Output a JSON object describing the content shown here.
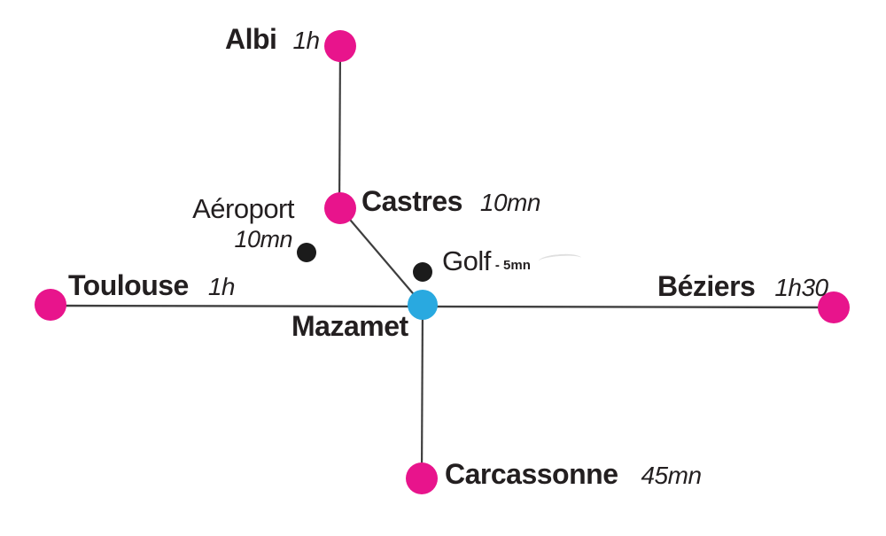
{
  "colors": {
    "city_dot": "#E8148C",
    "hub_dot": "#29A9E0",
    "poi_dot": "#1B1B1B",
    "line": "#3E3E3E",
    "text": "#231F20"
  },
  "hub": {
    "label": "Mazamet"
  },
  "cities": [
    {
      "label": "Albi",
      "time": "1h"
    },
    {
      "label": "Castres",
      "time": "10mn"
    },
    {
      "label": "Toulouse",
      "time": "1h"
    },
    {
      "label": "Béziers",
      "time": "1h30"
    },
    {
      "label": "Carcassonne",
      "time": "45mn"
    }
  ],
  "pois": [
    {
      "label": "Aéroport",
      "time": "10mn"
    },
    {
      "label": "Golf",
      "time": "- 5mn"
    }
  ]
}
